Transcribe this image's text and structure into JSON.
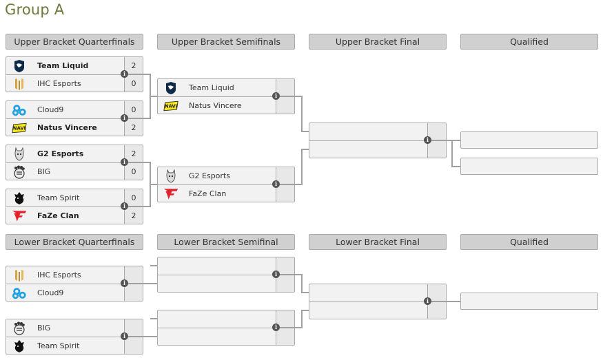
{
  "title": "Group A",
  "upper_headers": [
    "Upper Bracket Quarterfinals",
    "Upper Bracket Semifinals",
    "Upper Bracket Final",
    "Qualified"
  ],
  "lower_headers": [
    "Lower Bracket Quarterfinals",
    "Lower Bracket Semifinal",
    "Lower Bracket Final",
    "Qualified"
  ],
  "ubqf": [
    {
      "top": {
        "name": "Team Liquid",
        "score": "2",
        "logo": "team-liquid-logo",
        "win": true
      },
      "bot": {
        "name": "IHC Esports",
        "score": "0",
        "logo": "ihc-esports-logo",
        "win": false
      }
    },
    {
      "top": {
        "name": "Cloud9",
        "score": "0",
        "logo": "cloud9-logo",
        "win": false
      },
      "bot": {
        "name": "Natus Vincere",
        "score": "2",
        "logo": "natus-vincere-logo",
        "win": true
      }
    },
    {
      "top": {
        "name": "G2 Esports",
        "score": "2",
        "logo": "g2-esports-logo",
        "win": true
      },
      "bot": {
        "name": "BIG",
        "score": "0",
        "logo": "big-logo",
        "win": false
      }
    },
    {
      "top": {
        "name": "Team Spirit",
        "score": "0",
        "logo": "team-spirit-logo",
        "win": false
      },
      "bot": {
        "name": "FaZe Clan",
        "score": "2",
        "logo": "faze-clan-logo",
        "win": true
      }
    }
  ],
  "ubsf": [
    {
      "top": {
        "name": "Team Liquid",
        "score": "",
        "logo": "team-liquid-logo"
      },
      "bot": {
        "name": "Natus Vincere",
        "score": "",
        "logo": "natus-vincere-logo"
      }
    },
    {
      "top": {
        "name": "G2 Esports",
        "score": "",
        "logo": "g2-esports-logo"
      },
      "bot": {
        "name": "FaZe Clan",
        "score": "",
        "logo": "faze-clan-logo"
      }
    }
  ],
  "lbqf": [
    {
      "top": {
        "name": "IHC Esports",
        "score": "",
        "logo": "ihc-esports-logo"
      },
      "bot": {
        "name": "Cloud9",
        "score": "",
        "logo": "cloud9-logo"
      }
    },
    {
      "top": {
        "name": "BIG",
        "score": "",
        "logo": "big-logo"
      },
      "bot": {
        "name": "Team Spirit",
        "score": "",
        "logo": "team-spirit-logo"
      }
    }
  ],
  "info_glyph": "i",
  "colors": {
    "title": "#6b7b3a",
    "header_bg": "#d0d0d0",
    "match_bg": "#f2f2f2",
    "line": "#999999"
  }
}
